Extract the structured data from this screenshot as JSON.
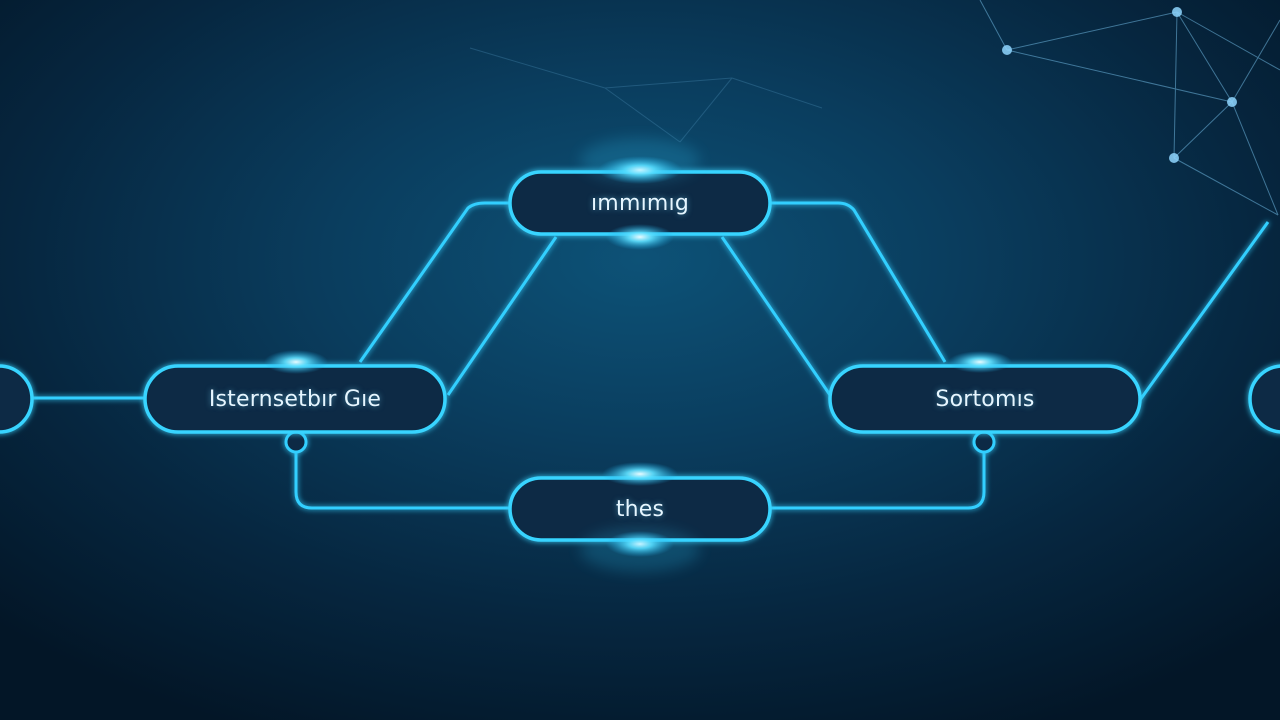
{
  "diagram": {
    "nodes": {
      "top": {
        "label": "ımmımıg"
      },
      "left": {
        "label": "Isternsetbır Gıe"
      },
      "right": {
        "label": "Sortomıs"
      },
      "bottom": {
        "label": "thes"
      }
    }
  },
  "colors": {
    "line": "#33cfff",
    "glow": "#7ae6ff",
    "node_fill": "#072b45",
    "network": "#6fb7e0"
  }
}
